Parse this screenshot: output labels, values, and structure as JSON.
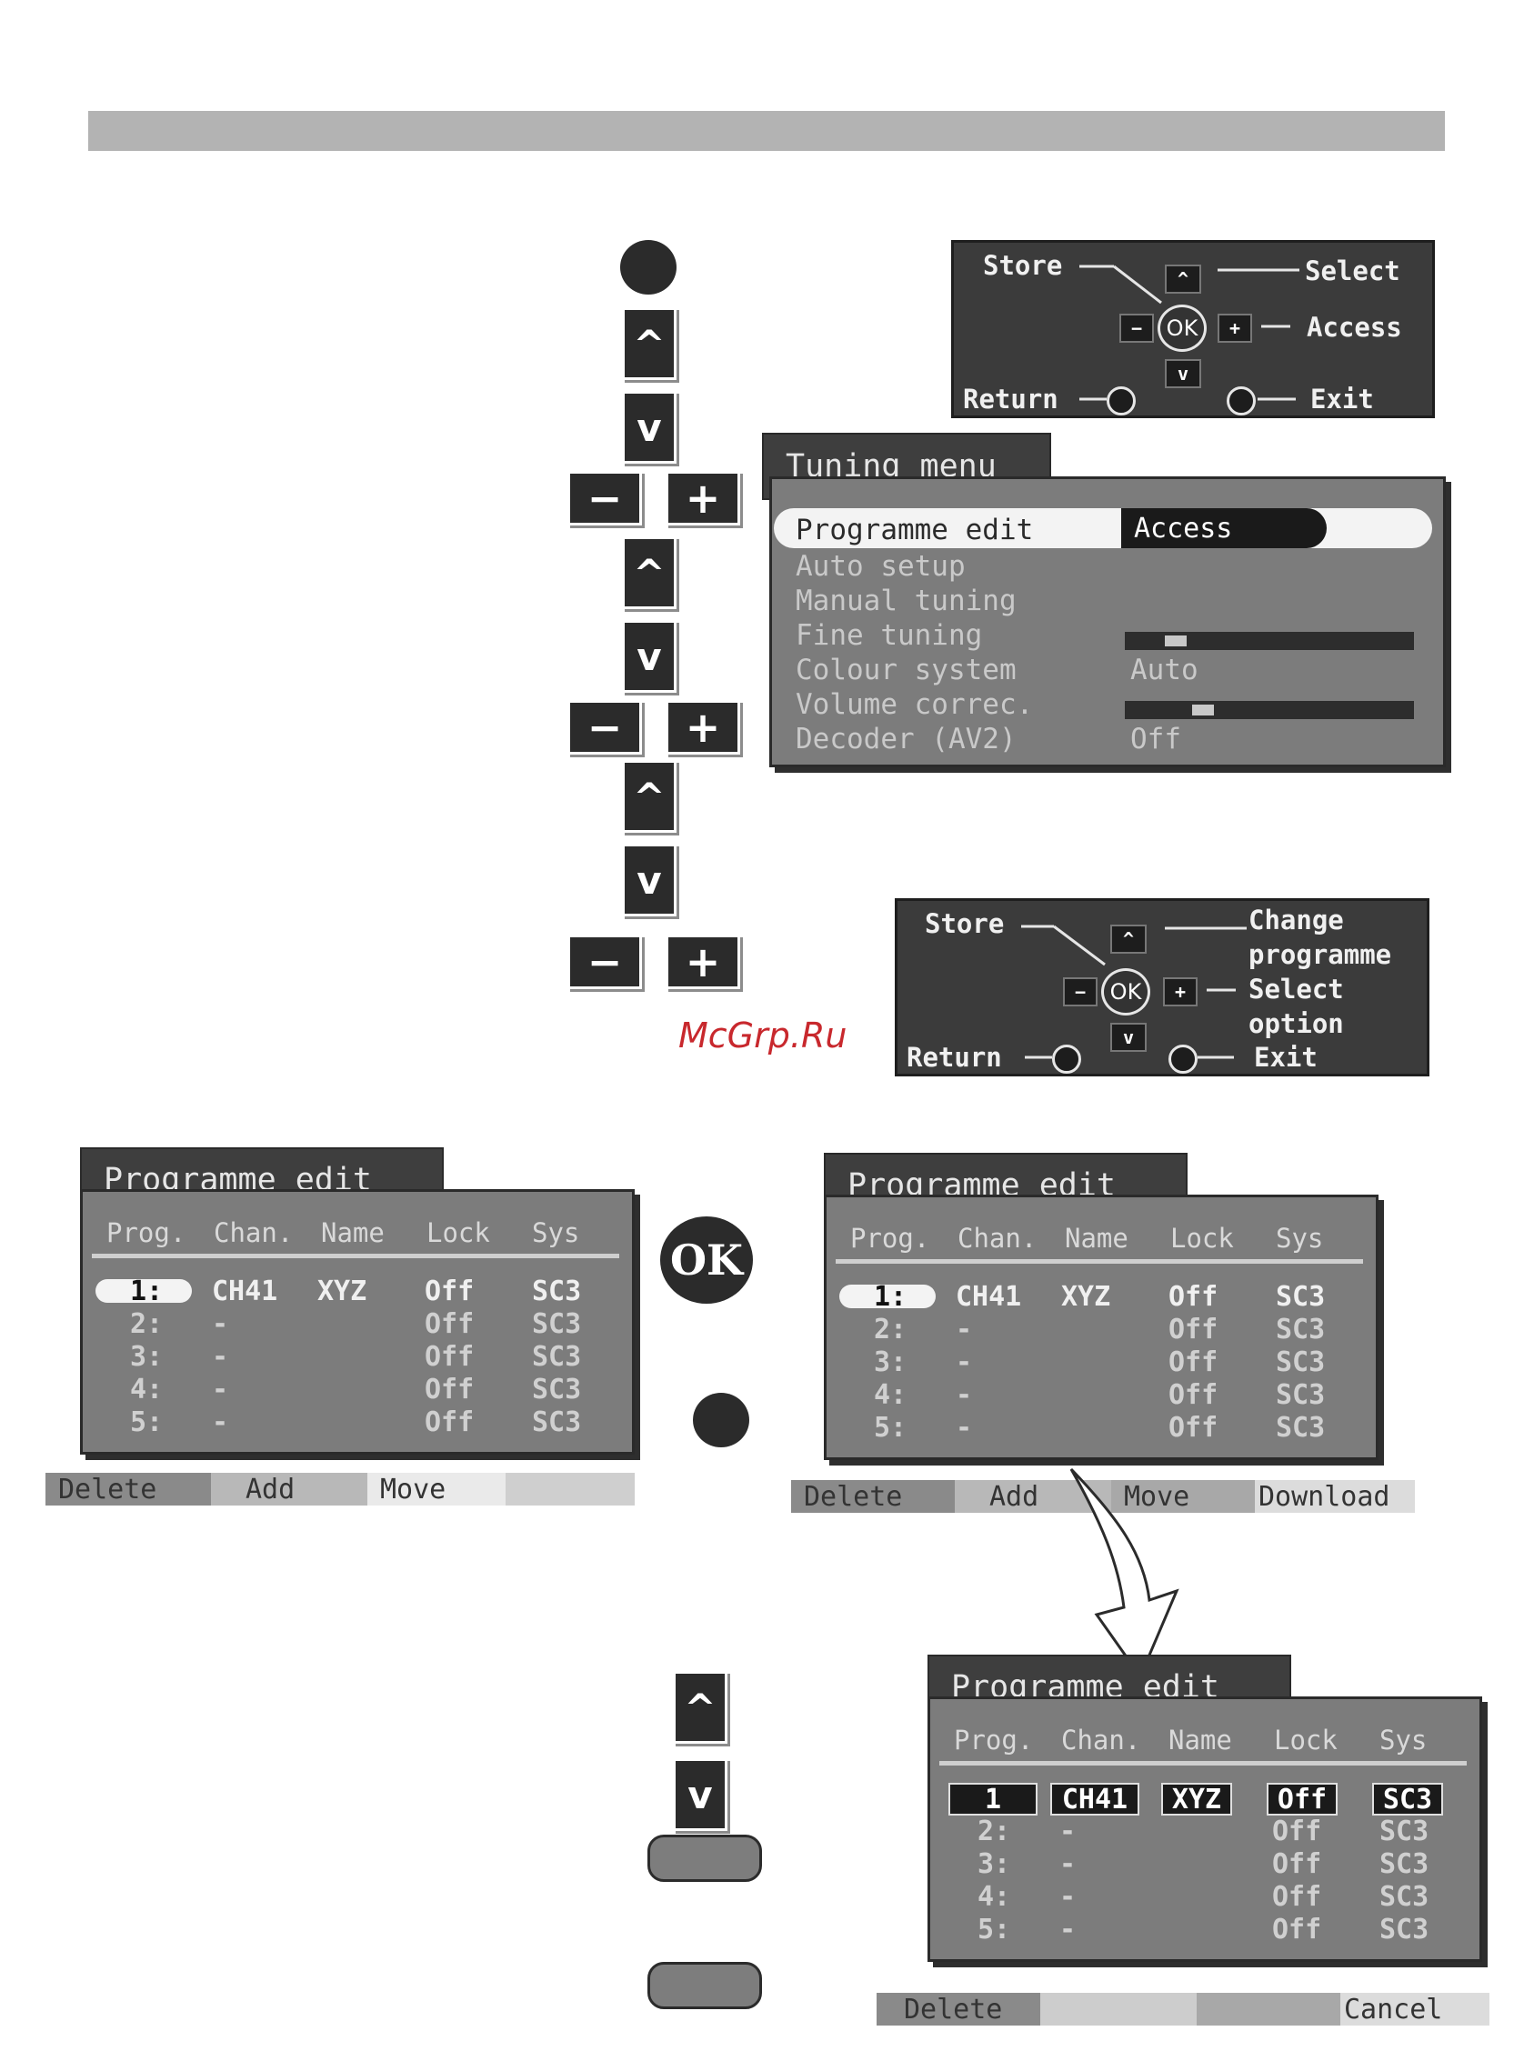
{
  "watermark": "McGrp.Ru",
  "keys": {
    "up": "^",
    "down": "v",
    "minus": "−",
    "plus": "+",
    "ok": "OK"
  },
  "help1": {
    "store": "Store",
    "select": "Select",
    "access": "Access",
    "return": "Return",
    "exit": "Exit",
    "up": "^",
    "down": "v",
    "minus": "−",
    "plus": "+",
    "ok": "OK"
  },
  "help2": {
    "store": "Store",
    "change": "Change",
    "programme": "programme",
    "select": "Select",
    "option": "option",
    "return": "Return",
    "exit": "Exit",
    "up": "^",
    "down": "v",
    "minus": "−",
    "plus": "+",
    "ok": "OK"
  },
  "tuning_menu": {
    "title": "Tuning menu",
    "items": [
      {
        "label": "Programme edit",
        "value": "Access"
      },
      {
        "label": "Auto setup",
        "value": ""
      },
      {
        "label": "Manual tuning",
        "value": ""
      },
      {
        "label": "Fine tuning",
        "value": "",
        "level": 0.15
      },
      {
        "label": "Colour system",
        "value": "Auto"
      },
      {
        "label": "Volume correc.",
        "value": "",
        "level": 0.25
      },
      {
        "label": "Decoder (AV2)",
        "value": "Off"
      }
    ]
  },
  "prog_edit": {
    "title": "Programme edit",
    "columns": [
      "Prog.",
      "Chan.",
      "Name",
      "Lock",
      "Sys"
    ],
    "rows": [
      {
        "prog": "1:",
        "chan": "CH41",
        "name": "XYZ",
        "lock": "Off",
        "sys": "SC3"
      },
      {
        "prog": "2:",
        "chan": "-",
        "name": "",
        "lock": "Off",
        "sys": "SC3"
      },
      {
        "prog": "3:",
        "chan": "-",
        "name": "",
        "lock": "Off",
        "sys": "SC3"
      },
      {
        "prog": "4:",
        "chan": "-",
        "name": "",
        "lock": "Off",
        "sys": "SC3"
      },
      {
        "prog": "5:",
        "chan": "-",
        "name": "",
        "lock": "Off",
        "sys": "SC3"
      }
    ],
    "move_row": {
      "prog": "1",
      "chan": "CH41",
      "name": "XYZ",
      "lock": "Off",
      "sys": "SC3"
    }
  },
  "footer1": [
    "Delete",
    "Add",
    "Move",
    ""
  ],
  "footer2": [
    "Delete",
    "Add",
    "Move",
    "Download"
  ],
  "footer3": [
    "Delete",
    "",
    "",
    "Cancel"
  ],
  "colors": {
    "menu_bg": "#7c7c7c",
    "tab_bg": "#3e3e3e",
    "help_bg": "#3b3b3b",
    "watermark": "#c8282d"
  }
}
